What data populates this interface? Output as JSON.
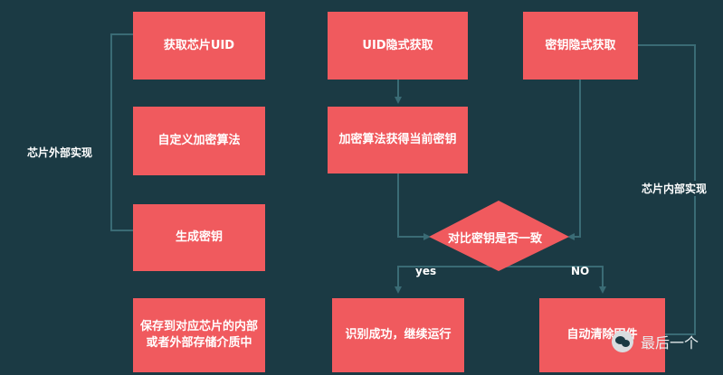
{
  "boxes": {
    "get_uid": "获取芯片UID",
    "custom_algo": "自定义加密算法",
    "gen_key": "生成密钥",
    "save_key": "保存到对应芯片的内部或者外部存储介质中",
    "uid_hidden": "UID隐式获取",
    "key_hidden": "密钥隐式获取",
    "algo_key": "加密算法获得当前密钥",
    "success": "识别成功，继续运行",
    "auto_clear": "自动清除固件"
  },
  "decision": "对比密钥是否一致",
  "labels": {
    "external": "芯片外部实现",
    "internal": "芯片内部实现",
    "yes": "yes",
    "no": "NO"
  },
  "watermark": {
    "icon": "wechat-icon",
    "text": "最后一个"
  },
  "colors": {
    "background": "#1b3a44",
    "box_fill": "#f05a5e",
    "connector": "#3a6b75",
    "text": "#ffffff"
  }
}
